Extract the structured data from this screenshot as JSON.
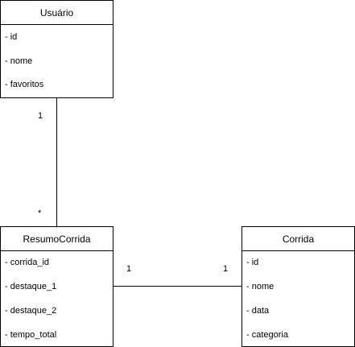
{
  "classes": {
    "usuario": {
      "name": "Usuário",
      "attributes": [
        "- id",
        "- nome",
        "- favoritos"
      ]
    },
    "resumo": {
      "name": "ResumoCorrida",
      "attributes": [
        "- corrida_id",
        "- destaque_1",
        "- destaque_2",
        "- tempo_total"
      ]
    },
    "corrida": {
      "name": "Corrida",
      "attributes": [
        "- id",
        "- nome",
        "- data",
        "- categoria"
      ]
    }
  },
  "associations": {
    "usuario_resumo": {
      "source_multiplicity": "1",
      "target_multiplicity": "*"
    },
    "resumo_corrida": {
      "source_multiplicity": "1",
      "target_multiplicity": "1"
    }
  }
}
